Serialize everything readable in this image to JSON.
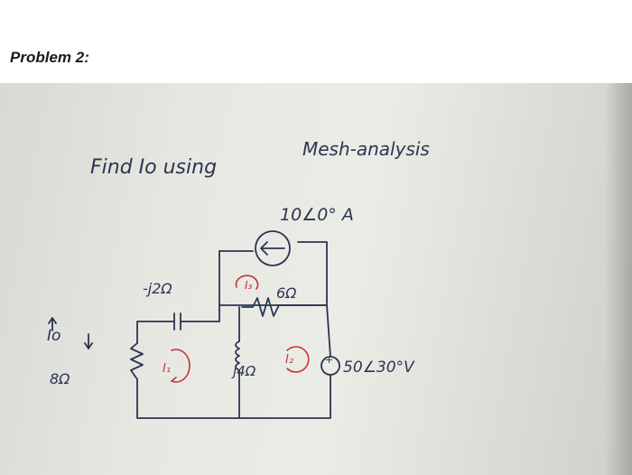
{
  "header": {
    "problem_label": "Problem 2:"
  },
  "note": {
    "prompt_find": "Find Io using",
    "prompt_method": "Mesh-analysis",
    "current_source_label": "10∠0° A",
    "capacitor_label": "-j2Ω",
    "resistor_6_label": "6Ω",
    "inductor_label": "j4Ω",
    "resistor_8_label": "8Ω",
    "io_label": "Io",
    "voltage_source_label": "50∠30°V",
    "mesh_1_label": "I₁",
    "mesh_2_label": "I₂",
    "mesh_3_label": "I₃"
  },
  "colors": {
    "ink_blue": "#2a3552",
    "ink_red": "#c2343a"
  }
}
